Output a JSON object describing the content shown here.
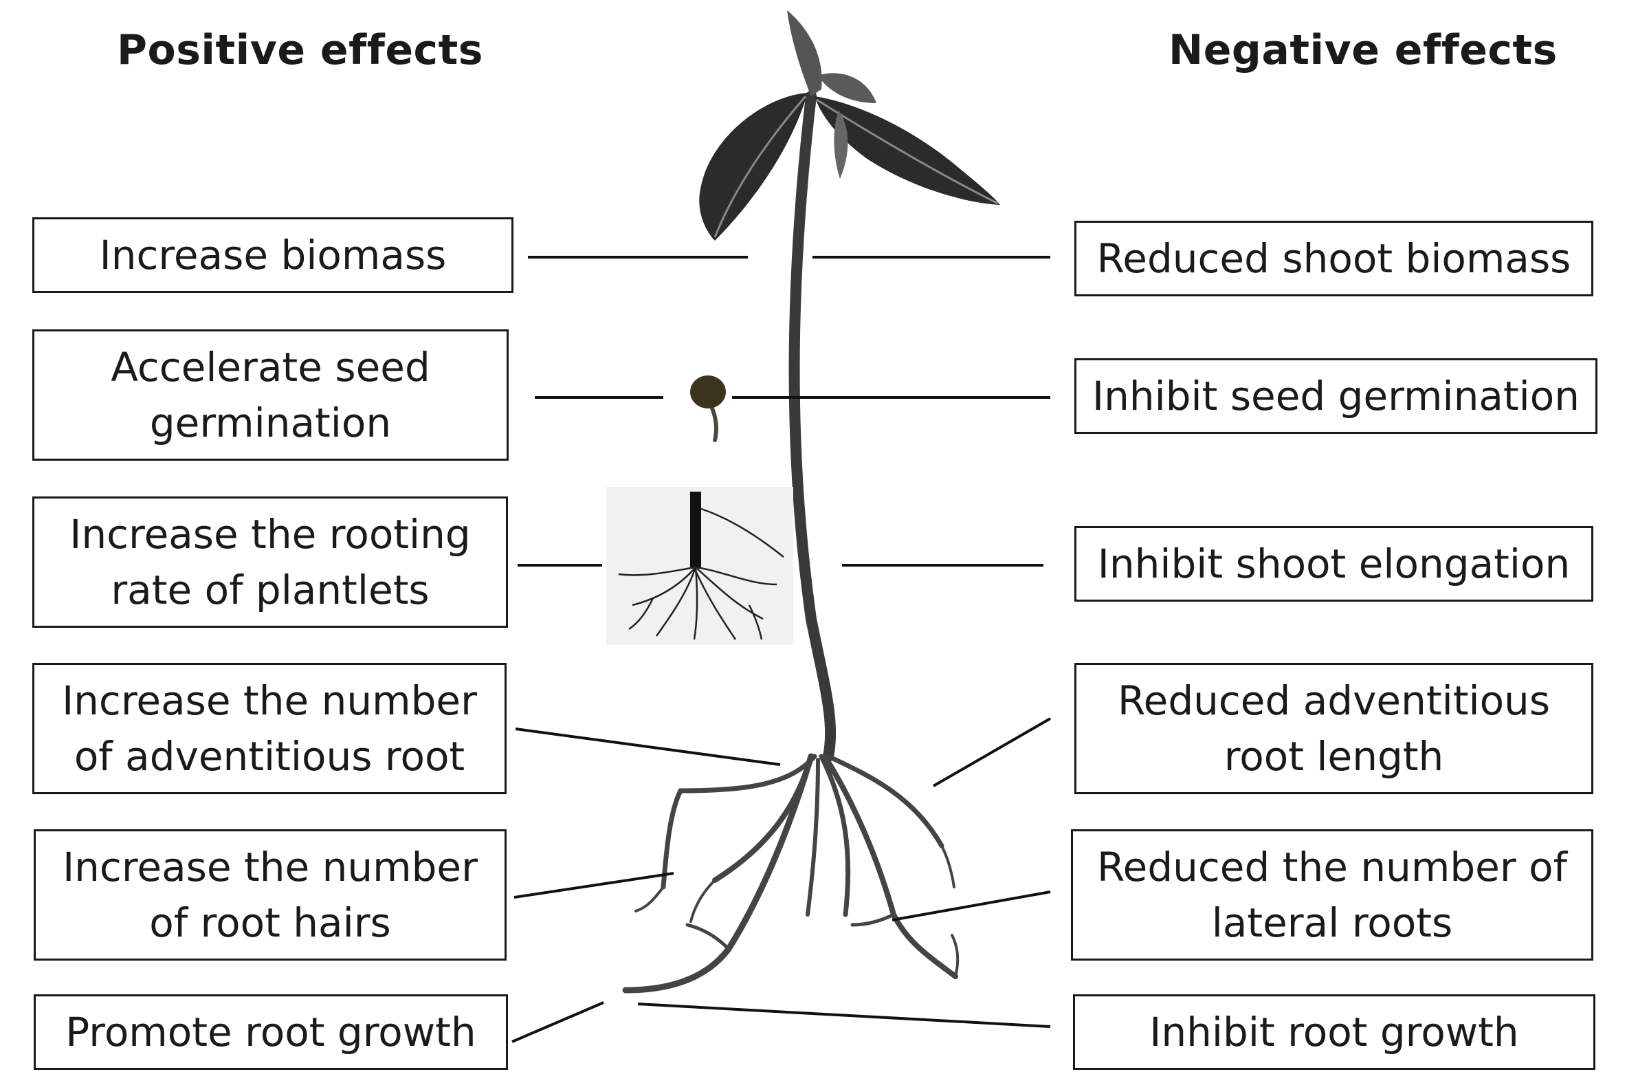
{
  "headings": {
    "positive": "Positive effects",
    "negative": "Negative effects"
  },
  "positive_effects": [
    {
      "line1": "Increase biomass",
      "line2": ""
    },
    {
      "line1": "Accelerate seed",
      "line2": "germination"
    },
    {
      "line1": "Increase the rooting",
      "line2": "rate of plantlets"
    },
    {
      "line1": "Increase the number",
      "line2": "of adventitious root"
    },
    {
      "line1": "Increase the number",
      "line2": "of root hairs"
    },
    {
      "line1": "Promote root growth",
      "line2": ""
    }
  ],
  "negative_effects": [
    {
      "line1": "Reduced shoot biomass",
      "line2": ""
    },
    {
      "line1": "Inhibit seed germination",
      "line2": ""
    },
    {
      "line1": "Inhibit shoot elongation",
      "line2": ""
    },
    {
      "line1": "Reduced adventitious",
      "line2": "root length"
    },
    {
      "line1": "Reduced the number of",
      "line2": "lateral roots"
    },
    {
      "line1": "Inhibit root growth",
      "line2": ""
    }
  ],
  "colors": {
    "line": "#111111",
    "stem": "#3a3a3a",
    "leaf": "#2b2b2b",
    "seed": "#3b3520",
    "plantlet_bg": "#f1f1f1"
  },
  "icons": [
    "seedling-icon",
    "germinating-seed-icon",
    "rooted-plantlet-icon"
  ]
}
